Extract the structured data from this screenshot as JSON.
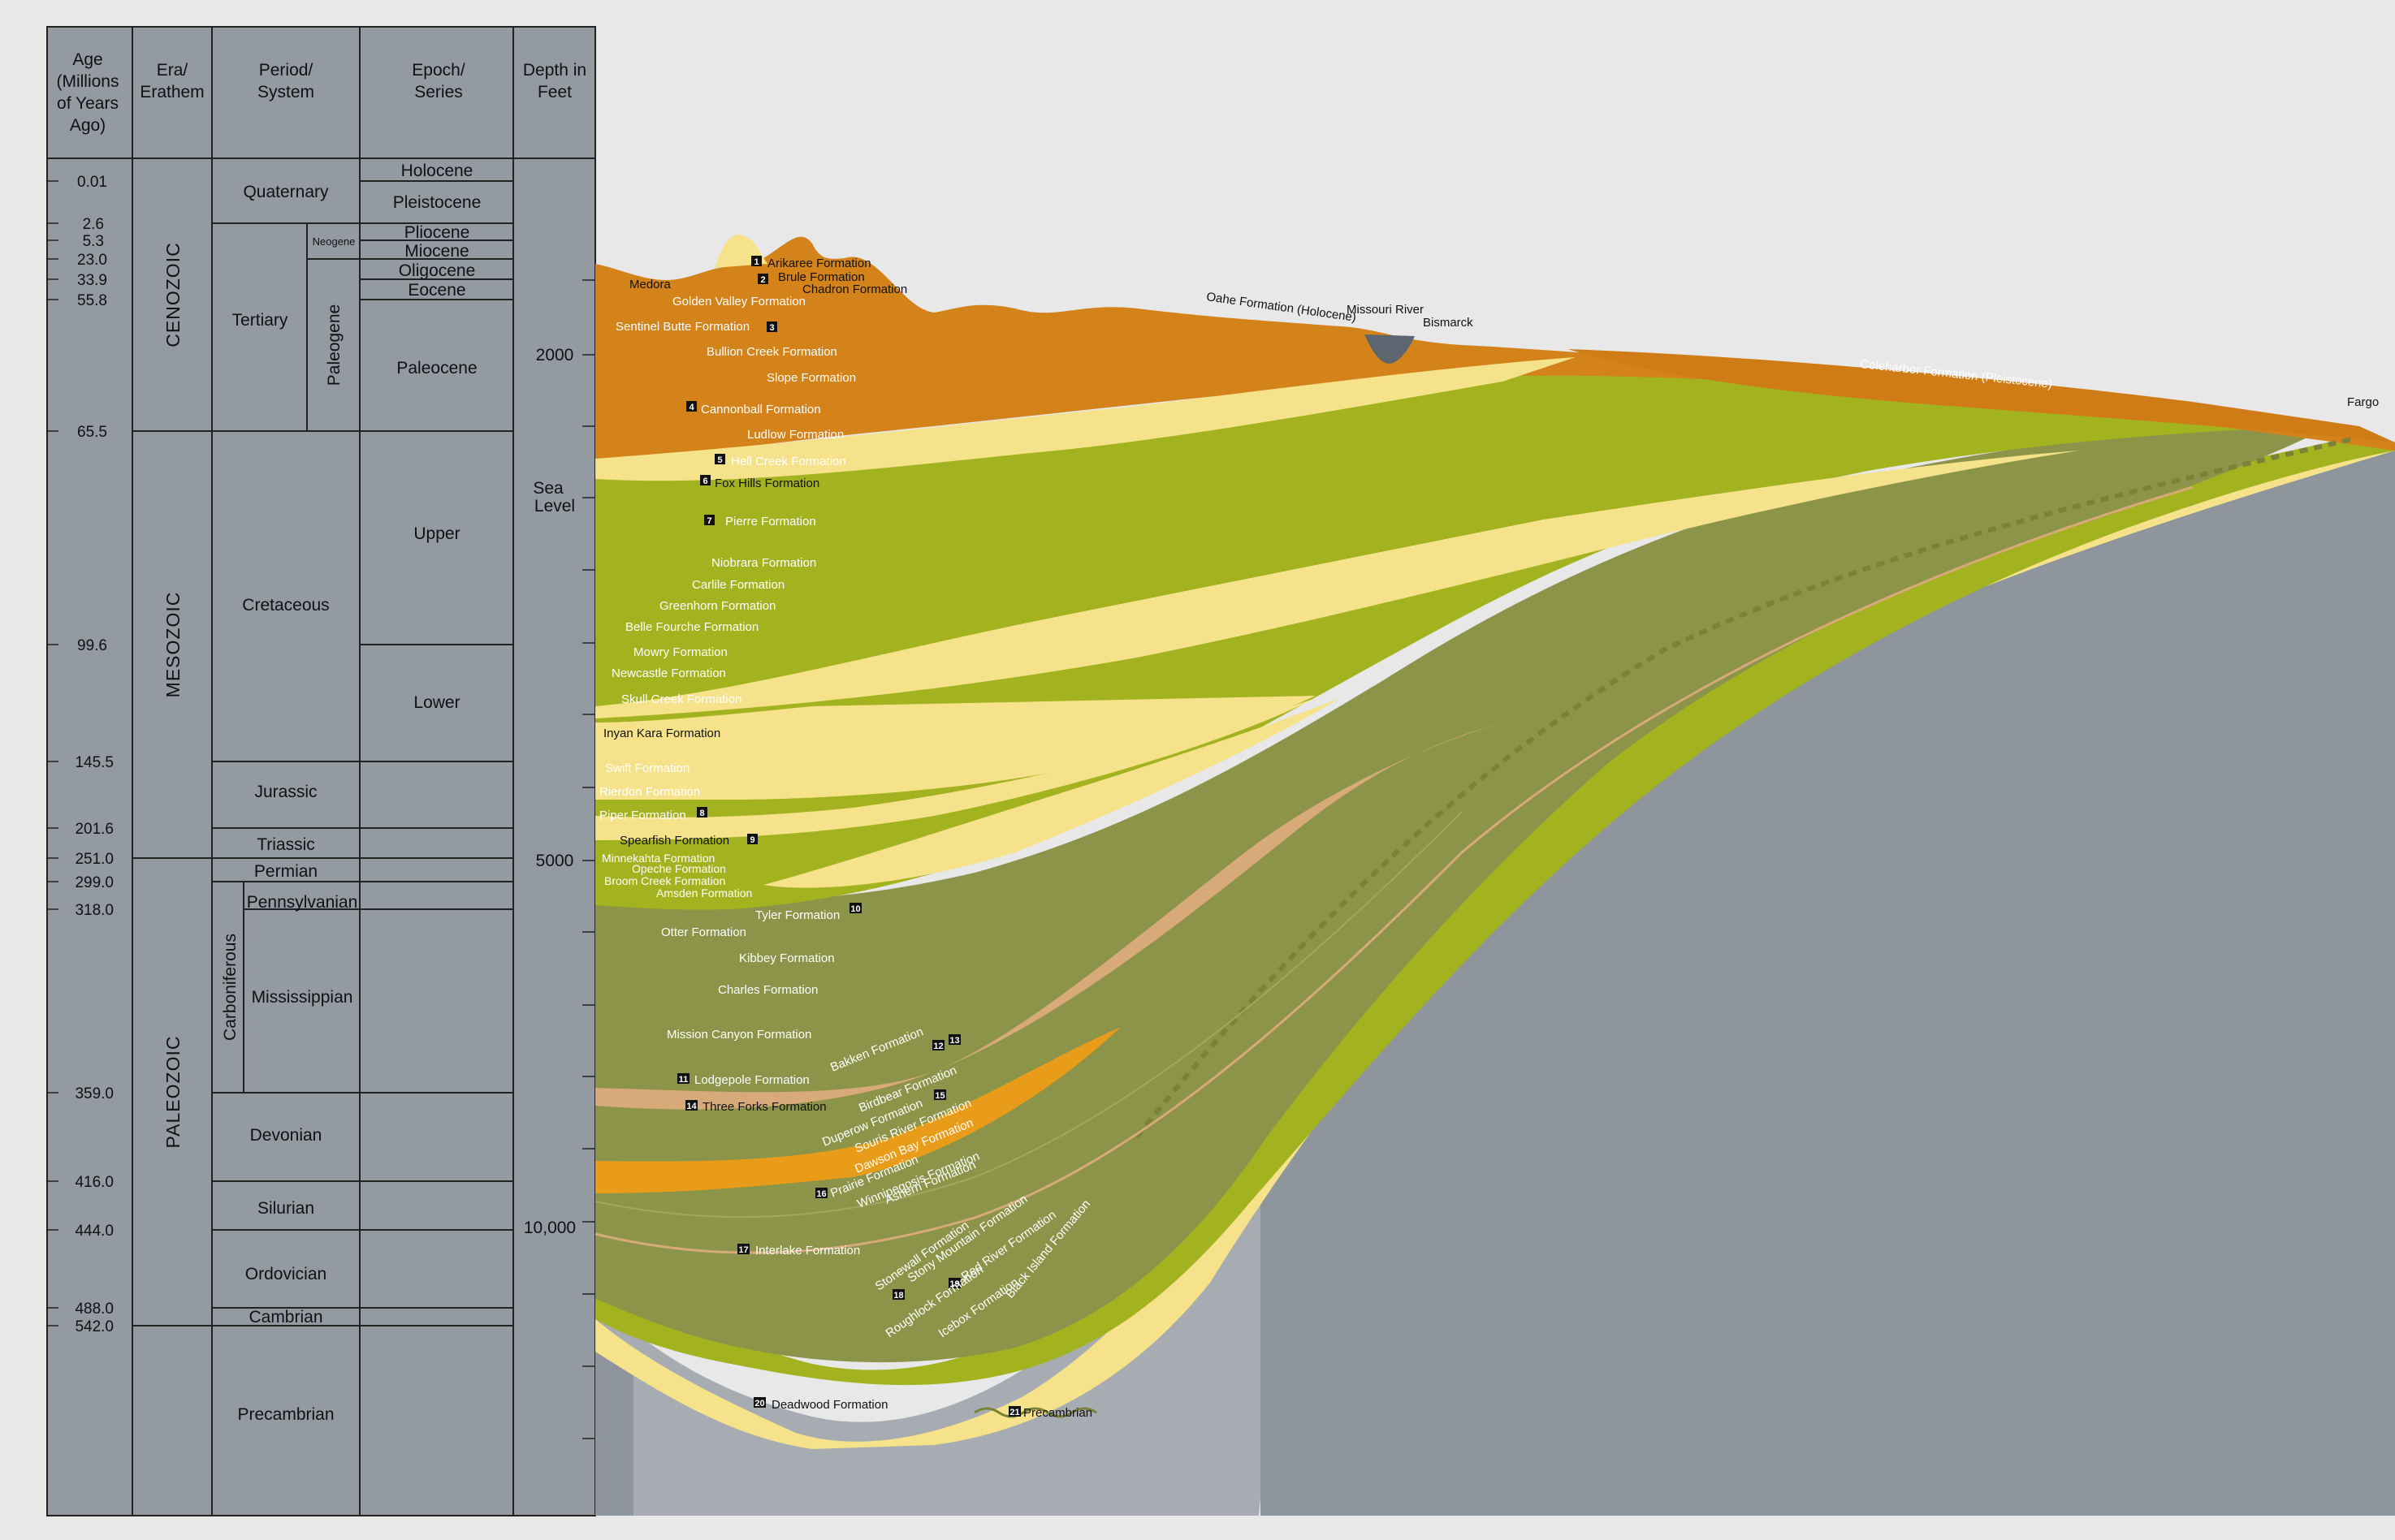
{
  "column_headers": {
    "age": "Age (Millions of Years Ago)",
    "era": "Era/ Erathem",
    "period": "Period/ System",
    "epoch": "Epoch/ Series",
    "depth": "Depth in Feet"
  },
  "ages": [
    "0.01",
    "2.6",
    "5.3",
    "23.0",
    "33.9",
    "55.8",
    "65.5",
    "99.6",
    "145.5",
    "201.6",
    "251.0",
    "299.0",
    "318.0",
    "359.0",
    "416.0",
    "444.0",
    "488.0",
    "542.0"
  ],
  "eras": [
    "CENOZOIC",
    "MESOZOIC",
    "PALEOZOIC"
  ],
  "periods": [
    "Quaternary",
    "Tertiary",
    "Cretaceous",
    "Jurassic",
    "Triassic",
    "Permian",
    "Pennsylvanian",
    "Mississippian",
    "Devonian",
    "Silurian",
    "Ordovician",
    "Cambrian",
    "Precambrian"
  ],
  "subperiods": [
    "Neogene",
    "Paleogene",
    "Carboniferous"
  ],
  "epochs": [
    "Holocene",
    "Pleistocene",
    "Pliocene",
    "Miocene",
    "Oligocene",
    "Eocene",
    "Paleocene",
    "Upper",
    "Lower"
  ],
  "depths": [
    "2000",
    "Sea Level",
    "5000",
    "10,000"
  ],
  "places": [
    "Medora",
    "Missouri River",
    "Bismarck",
    "Fargo"
  ],
  "surface_formations": [
    "Oahe Formation (Holocene)",
    "Coleharbor Formation (Pleistocene)"
  ],
  "formations": [
    {
      "num": "1",
      "name": "Arikaree Formation"
    },
    {
      "num": "2",
      "name": "Brule Formation"
    },
    {
      "num": "",
      "name": "Chadron Formation"
    },
    {
      "num": "",
      "name": "Golden Valley Formation"
    },
    {
      "num": "3",
      "name": "Sentinel Butte Formation"
    },
    {
      "num": "",
      "name": "Bullion Creek Formation"
    },
    {
      "num": "",
      "name": "Slope Formation"
    },
    {
      "num": "4",
      "name": "Cannonball Formation"
    },
    {
      "num": "",
      "name": "Ludlow Formation"
    },
    {
      "num": "5",
      "name": "Hell Creek Formation"
    },
    {
      "num": "6",
      "name": "Fox Hills Formation"
    },
    {
      "num": "7",
      "name": "Pierre Formation"
    },
    {
      "num": "",
      "name": "Niobrara Formation"
    },
    {
      "num": "",
      "name": "Carlile Formation"
    },
    {
      "num": "",
      "name": "Greenhorn Formation"
    },
    {
      "num": "",
      "name": "Belle Fourche Formation"
    },
    {
      "num": "",
      "name": "Mowry Formation"
    },
    {
      "num": "",
      "name": "Newcastle Formation"
    },
    {
      "num": "",
      "name": "Skull Creek Formation"
    },
    {
      "num": "",
      "name": "Inyan Kara Formation"
    },
    {
      "num": "",
      "name": "Swift Formation"
    },
    {
      "num": "",
      "name": "Rierdon Formation"
    },
    {
      "num": "8",
      "name": "Piper Formation"
    },
    {
      "num": "9",
      "name": "Spearfish Formation"
    },
    {
      "num": "",
      "name": "Minnekahta Formation"
    },
    {
      "num": "",
      "name": "Opeche Formation"
    },
    {
      "num": "",
      "name": "Broom Creek Formation"
    },
    {
      "num": "",
      "name": "Amsden Formation"
    },
    {
      "num": "10",
      "name": "Tyler Formation"
    },
    {
      "num": "",
      "name": "Otter Formation"
    },
    {
      "num": "",
      "name": "Kibbey Formation"
    },
    {
      "num": "",
      "name": "Charles Formation"
    },
    {
      "num": "",
      "name": "Mission Canyon Formation"
    },
    {
      "num": "11",
      "name": "Lodgepole Formation"
    },
    {
      "num": "12",
      "name": "Bakken Formation"
    },
    {
      "num": "13",
      "name": ""
    },
    {
      "num": "14",
      "name": "Three Forks Formation"
    },
    {
      "num": "15",
      "name": "Birdbear Formation"
    },
    {
      "num": "",
      "name": "Duperow Formation"
    },
    {
      "num": "",
      "name": "Souris River Formation"
    },
    {
      "num": "",
      "name": "Dawson Bay Formation"
    },
    {
      "num": "16",
      "name": "Prairie Formation"
    },
    {
      "num": "",
      "name": "Winnipegosis Formation"
    },
    {
      "num": "",
      "name": "Ashern Formation"
    },
    {
      "num": "17",
      "name": "Interlake Formation"
    },
    {
      "num": "",
      "name": "Stonewall Formation"
    },
    {
      "num": "",
      "name": "Stony Mountain Formation"
    },
    {
      "num": "19",
      "name": "Red River Formation"
    },
    {
      "num": "18",
      "name": "Roughlock Formation"
    },
    {
      "num": "",
      "name": "Icebox Formation"
    },
    {
      "num": "",
      "name": "Black Island Formation"
    },
    {
      "num": "20",
      "name": "Deadwood Formation"
    },
    {
      "num": "21",
      "name": "Precambrian"
    }
  ],
  "colors": {
    "column_bg": "#939aa1",
    "tertiary": "#d4821a",
    "cretaceous_light": "#f5e28a",
    "green": "#a3b21f",
    "olive": "#8b9448",
    "tan": "#d8a979",
    "orange": "#e89c1a",
    "basement_light": "#a7abb2",
    "basement_dark": "#8f959c",
    "background": "#e8e8e9"
  }
}
